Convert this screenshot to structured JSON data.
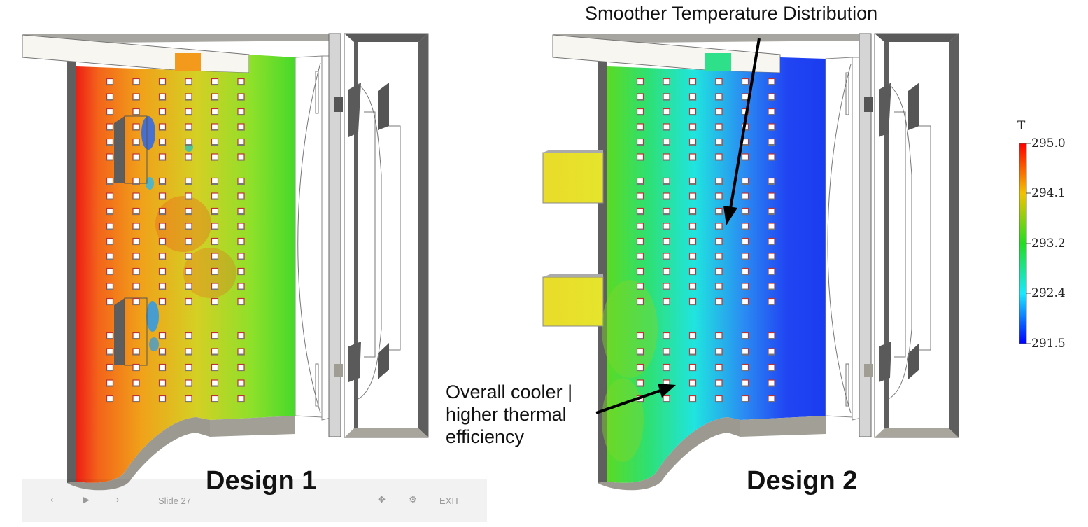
{
  "panels": [
    {
      "title": "Design 1"
    },
    {
      "title": "Design 2"
    }
  ],
  "annotations": {
    "top": "Smoother Temperature Distribution",
    "bottom": [
      "Overall cooler |",
      "higher thermal",
      "efficiency"
    ]
  },
  "colorbar": {
    "label": "T",
    "ticks": [
      "295.0",
      "294.1",
      "293.2",
      "292.4",
      "291.5"
    ],
    "min": 291.5,
    "max": 295.0
  },
  "player": {
    "slide_label": "Slide 27",
    "exit_label": "EXIT"
  },
  "colors": {
    "wall": "#5e5e5e",
    "wall_light": "#a9a69e",
    "hot": "#e8261b",
    "cold": "#1a3cf2"
  }
}
